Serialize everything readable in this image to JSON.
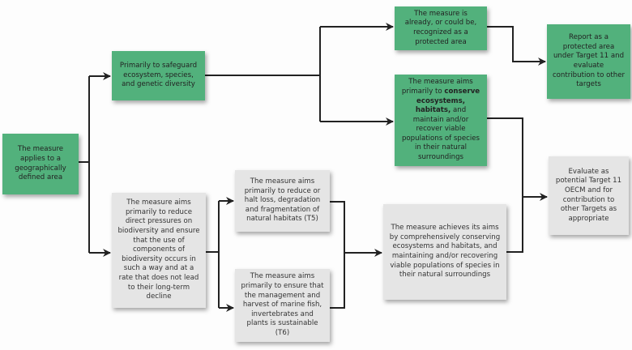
{
  "nodes": {
    "start": "The measure applies to a geographically defined area",
    "safeguard": "Primarily to safeguard ecosystem, species, and genetic diversity",
    "protected": "The measure is already, or could be, recognized as a protected area",
    "conserve_pre": "The measure aims primarily to",
    "conserve_bold": "conserve ecosystems, habitats,",
    "conserve_post": "and maintain and/or recover viable populations of species in their natural surroundings",
    "report": "Report as a protected area under Target 11 and evaluate contribution to other targets",
    "reduce": "The measure aims primarily to reduce direct pressures on biodiversity and ensure that the use of components of biodiversity occurs in such a way and at a rate that does not lead to their long-term decline",
    "t5": "The measure aims primarily to reduce or halt loss, degradation and fragmentation of natural habitats (T5)",
    "t6": "The measure aims primarily to ensure that the management and harvest of marine fish, invertebrates and plants is sustainable (T6)",
    "achieves": "The measure achieves its aims by comprehensively conserving ecosystems and habitats, and maintaining and/or recovering viable populations of species in their natural surroundings",
    "evaluate": "Evaluate as potential Target 11 OECM and for contribution to other Targets as appropriate"
  },
  "colors": {
    "green": "#52b17c",
    "gray": "#e5e5e5",
    "line": "#222222"
  }
}
